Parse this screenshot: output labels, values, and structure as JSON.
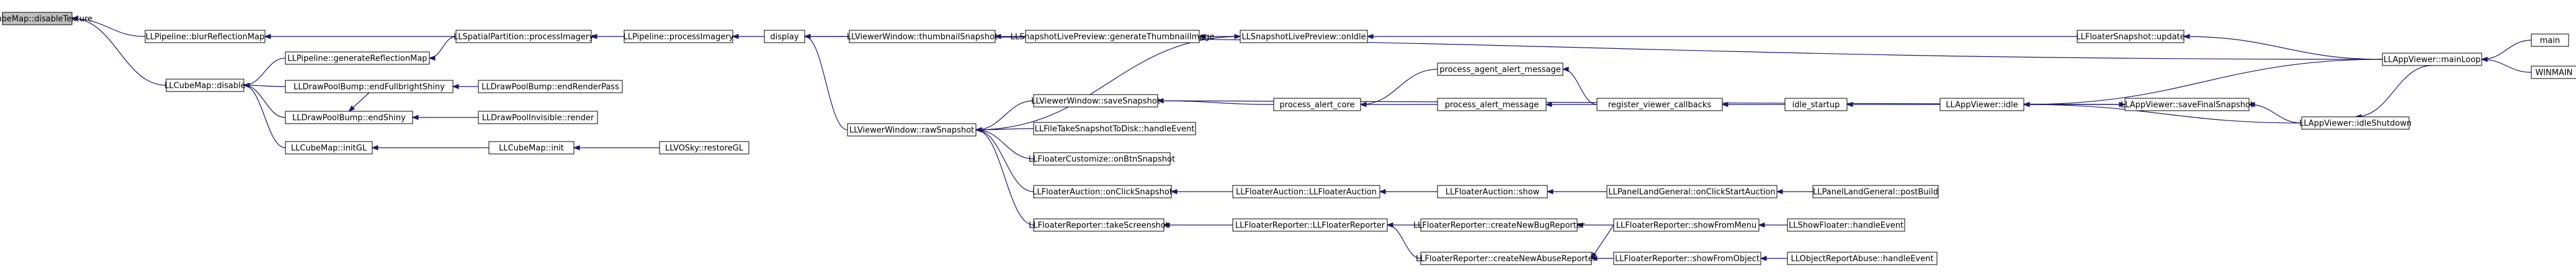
{
  "nodes": [
    {
      "id": "n0",
      "label": "LLCubeMap::disableTexture",
      "root": true
    },
    {
      "id": "n1",
      "label": "LLPipeline::blurReflectionMap"
    },
    {
      "id": "n2",
      "label": "LLCubeMap::disable"
    },
    {
      "id": "n3",
      "label": "LLSpatialPartition::processImagery"
    },
    {
      "id": "n4",
      "label": "LLPipeline::processImagery"
    },
    {
      "id": "n5",
      "label": "display"
    },
    {
      "id": "n6",
      "label": "LLAppViewer::mainLoop"
    },
    {
      "id": "n7",
      "label": "LLViewerWindow::thumbnailSnapshot"
    },
    {
      "id": "n8",
      "label": "LLSnapshotLivePreview::generateThumbnailImage"
    },
    {
      "id": "n9",
      "label": "LLSnapshotLivePreview::onIdle"
    },
    {
      "id": "n10",
      "label": "LLFloaterSnapshot::update"
    },
    {
      "id": "n11",
      "label": "LLViewerWindow::rawSnapshot"
    },
    {
      "id": "n12",
      "label": "LLViewerWindow::saveSnapshot"
    },
    {
      "id": "n13",
      "label": "process_alert_core"
    },
    {
      "id": "n14",
      "label": "process_agent_alert_message"
    },
    {
      "id": "n15",
      "label": "process_alert_message"
    },
    {
      "id": "n16",
      "label": "register_viewer_callbacks"
    },
    {
      "id": "n17",
      "label": "idle_startup"
    },
    {
      "id": "n18",
      "label": "LLAppViewer::idle"
    },
    {
      "id": "n19",
      "label": "LLAppViewer::saveFinalSnapshot"
    },
    {
      "id": "n20",
      "label": "LLAppViewer::idleShutdown"
    },
    {
      "id": "n21",
      "label": "main"
    },
    {
      "id": "n22",
      "label": "WINMAIN"
    },
    {
      "id": "n23",
      "label": "LLFileTakeSnapshotToDisk::handleEvent"
    },
    {
      "id": "n24",
      "label": "LLFloaterCustomize::onBtnSnapshot"
    },
    {
      "id": "n25",
      "label": "LLFloaterAuction::onClickSnapshot"
    },
    {
      "id": "n26",
      "label": "LLFloaterAuction::LLFloaterAuction"
    },
    {
      "id": "n27",
      "label": "LLFloaterAuction::show"
    },
    {
      "id": "n28",
      "label": "LLPanelLandGeneral::onClickStartAuction"
    },
    {
      "id": "n29",
      "label": "LLPanelLandGeneral::postBuild"
    },
    {
      "id": "n30",
      "label": "LLFloaterReporter::takeScreenshot"
    },
    {
      "id": "n31",
      "label": "LLFloaterReporter::LLFloaterReporter"
    },
    {
      "id": "n32",
      "label": "LLFloaterReporter::createNewBugReporter"
    },
    {
      "id": "n33",
      "label": "LLFloaterReporter::showFromMenu"
    },
    {
      "id": "n34",
      "label": "LLShowFloater::handleEvent"
    },
    {
      "id": "n35",
      "label": "LLFloaterReporter::createNewAbuseReporter"
    },
    {
      "id": "n36",
      "label": "LLFloaterReporter::showFromObject"
    },
    {
      "id": "n37",
      "label": "LLObjectReportAbuse::handleEvent"
    },
    {
      "id": "n38",
      "label": "LLPipeline::generateReflectionMap"
    },
    {
      "id": "n39",
      "label": "LLDrawPoolBump::endFullbrightShiny"
    },
    {
      "id": "n40",
      "label": "LLDrawPoolBump::endRenderPass"
    },
    {
      "id": "n41",
      "label": "LLDrawPoolBump::endShiny"
    },
    {
      "id": "n42",
      "label": "LLDrawPoolInvisible::render"
    },
    {
      "id": "n43",
      "label": "LLCubeMap::initGL"
    },
    {
      "id": "n44",
      "label": "LLCubeMap::init"
    },
    {
      "id": "n45",
      "label": "LLVOSky::restoreGL"
    }
  ],
  "edges": [
    {
      "from": "n1",
      "to": "n0"
    },
    {
      "from": "n2",
      "to": "n0"
    },
    {
      "from": "n3",
      "to": "n1"
    },
    {
      "from": "n4",
      "to": "n3"
    },
    {
      "from": "n5",
      "to": "n4"
    },
    {
      "from": "n6",
      "to": "n5"
    },
    {
      "from": "n7",
      "to": "n5"
    },
    {
      "from": "n8",
      "to": "n7"
    },
    {
      "from": "n9",
      "to": "n8"
    },
    {
      "from": "n10",
      "to": "n9"
    },
    {
      "from": "n6",
      "to": "n10"
    },
    {
      "from": "n11",
      "to": "n5"
    },
    {
      "from": "n11",
      "to": "n9"
    },
    {
      "from": "n12",
      "to": "n11"
    },
    {
      "from": "n13",
      "to": "n12"
    },
    {
      "from": "n14",
      "to": "n13"
    },
    {
      "from": "n15",
      "to": "n13"
    },
    {
      "from": "n16",
      "to": "n14"
    },
    {
      "from": "n16",
      "to": "n15"
    },
    {
      "from": "n17",
      "to": "n16"
    },
    {
      "from": "n18",
      "to": "n17"
    },
    {
      "from": "n6",
      "to": "n18"
    },
    {
      "from": "n19",
      "to": "n12"
    },
    {
      "from": "n18",
      "to": "n19"
    },
    {
      "from": "n20",
      "to": "n19"
    },
    {
      "from": "n6",
      "to": "n20"
    },
    {
      "from": "n20",
      "to": "n18"
    },
    {
      "from": "n21",
      "to": "n6"
    },
    {
      "from": "n22",
      "to": "n6"
    },
    {
      "from": "n23",
      "to": "n11"
    },
    {
      "from": "n24",
      "to": "n11"
    },
    {
      "from": "n25",
      "to": "n11"
    },
    {
      "from": "n26",
      "to": "n25"
    },
    {
      "from": "n27",
      "to": "n26"
    },
    {
      "from": "n28",
      "to": "n27"
    },
    {
      "from": "n29",
      "to": "n28"
    },
    {
      "from": "n30",
      "to": "n11"
    },
    {
      "from": "n31",
      "to": "n30"
    },
    {
      "from": "n32",
      "to": "n31"
    },
    {
      "from": "n33",
      "to": "n32"
    },
    {
      "from": "n34",
      "to": "n33"
    },
    {
      "from": "n35",
      "to": "n31"
    },
    {
      "from": "n33",
      "to": "n35"
    },
    {
      "from": "n36",
      "to": "n35"
    },
    {
      "from": "n37",
      "to": "n36"
    },
    {
      "from": "n38",
      "to": "n2"
    },
    {
      "from": "n3",
      "to": "n38"
    },
    {
      "from": "n39",
      "to": "n2"
    },
    {
      "from": "n40",
      "to": "n39"
    },
    {
      "from": "n41",
      "to": "n2"
    },
    {
      "from": "n39",
      "to": "n41"
    },
    {
      "from": "n42",
      "to": "n41"
    },
    {
      "from": "n43",
      "to": "n2"
    },
    {
      "from": "n44",
      "to": "n43"
    },
    {
      "from": "n45",
      "to": "n44"
    }
  ]
}
